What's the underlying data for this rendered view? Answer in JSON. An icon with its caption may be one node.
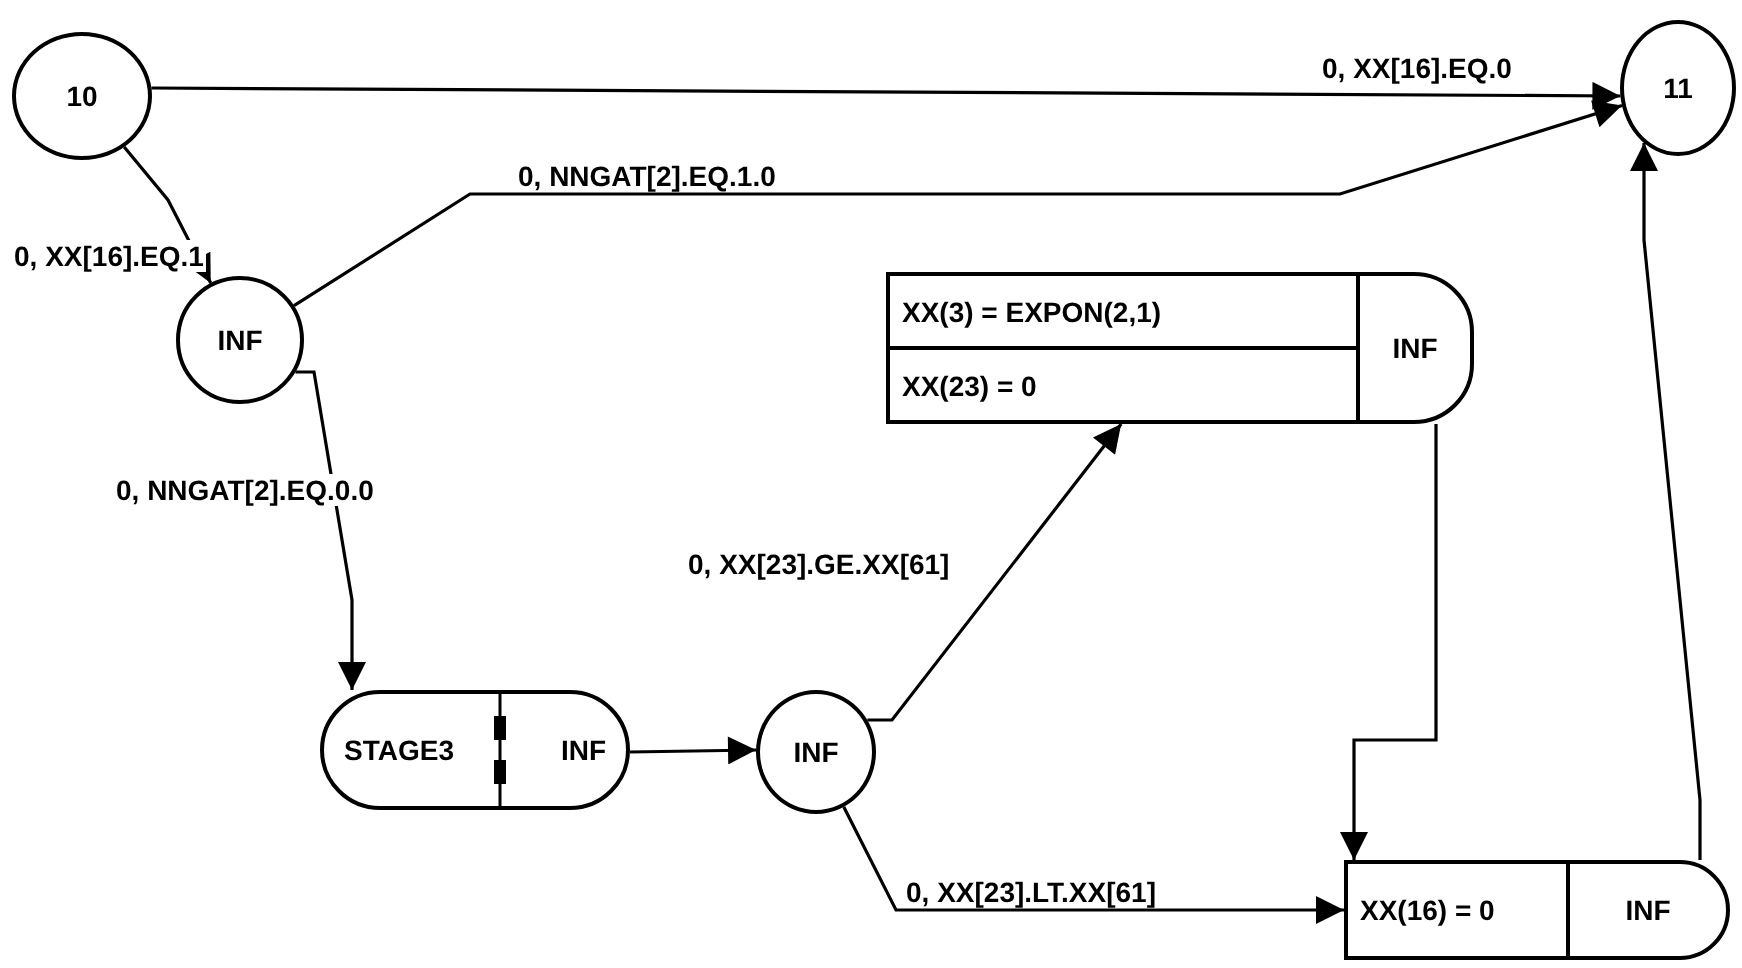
{
  "diagram": {
    "nodes": [
      {
        "text": [
          "10"
        ]
      },
      {
        "text": [
          "11"
        ]
      },
      {
        "text": [
          "INF"
        ]
      },
      {
        "text": [
          "STAGE3",
          "INF"
        ]
      },
      {
        "text": [
          "INF"
        ]
      },
      {
        "text": [
          "XX(3) = EXPON(2,1)",
          "XX(23) = 0",
          "INF"
        ]
      },
      {
        "text": [
          "XX(16) = 0",
          "INF"
        ]
      }
    ],
    "edges": [
      {
        "from": 0,
        "to": 1,
        "arrow": "to",
        "label": "0, XX[16].EQ.0"
      },
      {
        "from": 0,
        "to": 2,
        "arrow": "to",
        "label": "0, XX[16].EQ.1"
      },
      {
        "from": 2,
        "to": 1,
        "arrow": "to",
        "label": "0, NNGAT[2].EQ.1.0"
      },
      {
        "from": 2,
        "to": 3,
        "arrow": "to",
        "label": "0, NNGAT[2].EQ.0.0"
      },
      {
        "from": 3,
        "to": 4,
        "arrow": "to"
      },
      {
        "from": 4,
        "to": 5,
        "arrow": "to",
        "label": "0, XX[23].GE.XX[61]"
      },
      {
        "from": 4,
        "to": 6,
        "arrow": "to",
        "label": "0, XX[23].LT.XX[61]"
      },
      {
        "from": 5,
        "to": 6,
        "arrow": "to"
      },
      {
        "from": 6,
        "to": 1,
        "arrow": "to"
      }
    ]
  }
}
